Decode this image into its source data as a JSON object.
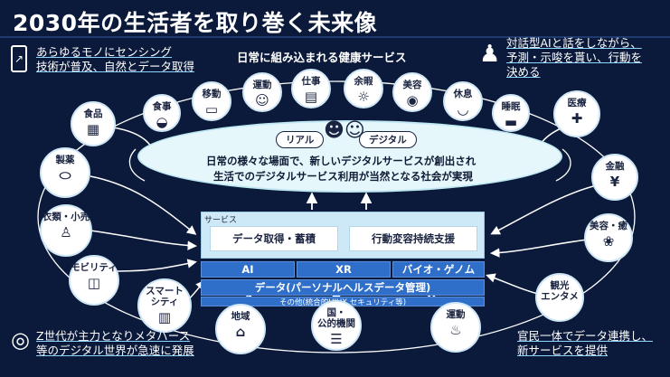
{
  "title": "2030年の生活者を取り巻く未来像",
  "notes": {
    "top_left": [
      "あらゆるモノにセンシング",
      "技術が普及、自然とデータ取得"
    ],
    "top_right": [
      "対話型AIと話をしながら、",
      "予測・示唆を貰い、行動を",
      "決める"
    ],
    "bottom_left": [
      "Z世代が主力となりメタバース",
      "等のデジタル世界が急速に発展"
    ],
    "bottom_right": [
      "官民一体でデータ連携し、",
      "新サービスを提供"
    ]
  },
  "daily_heading": "日常に組み込まれる健康サービス",
  "daily_items": [
    "食事",
    "移動",
    "運動",
    "仕事",
    "余暇",
    "美容",
    "休息",
    "睡眠"
  ],
  "tags": {
    "real": "リアル",
    "digital": "デジタル"
  },
  "ellipse_text": [
    "日常の様々な場面で、新しいデジタルサービスが創出され",
    "生活でのデジタルサービス利用が当然となる社会が実現"
  ],
  "service": {
    "label": "サービス",
    "items": [
      "データ取得・蓄積",
      "行動変容持続支援"
    ]
  },
  "tech": [
    "AI",
    "XR",
    "バイオ・ゲノム"
  ],
  "data_bar": "データ(パーソナルヘルスデータ管理)",
  "other_bar": "その他(統合的UIUX,セキュリティ等)",
  "outer_left": [
    "食品",
    "製薬",
    "衣類・小売",
    "モビリティ",
    "スマート\nシティ"
  ],
  "outer_right": [
    "医療",
    "金融",
    "美容・癒",
    "観光\nエンタメ"
  ],
  "outer_bottom": [
    "地域",
    "国・\n公的機関",
    "運動"
  ],
  "colors": {
    "background": "#0b1a3a",
    "accent": "#2f6fc9",
    "ellipse": "#e6f7fb"
  }
}
